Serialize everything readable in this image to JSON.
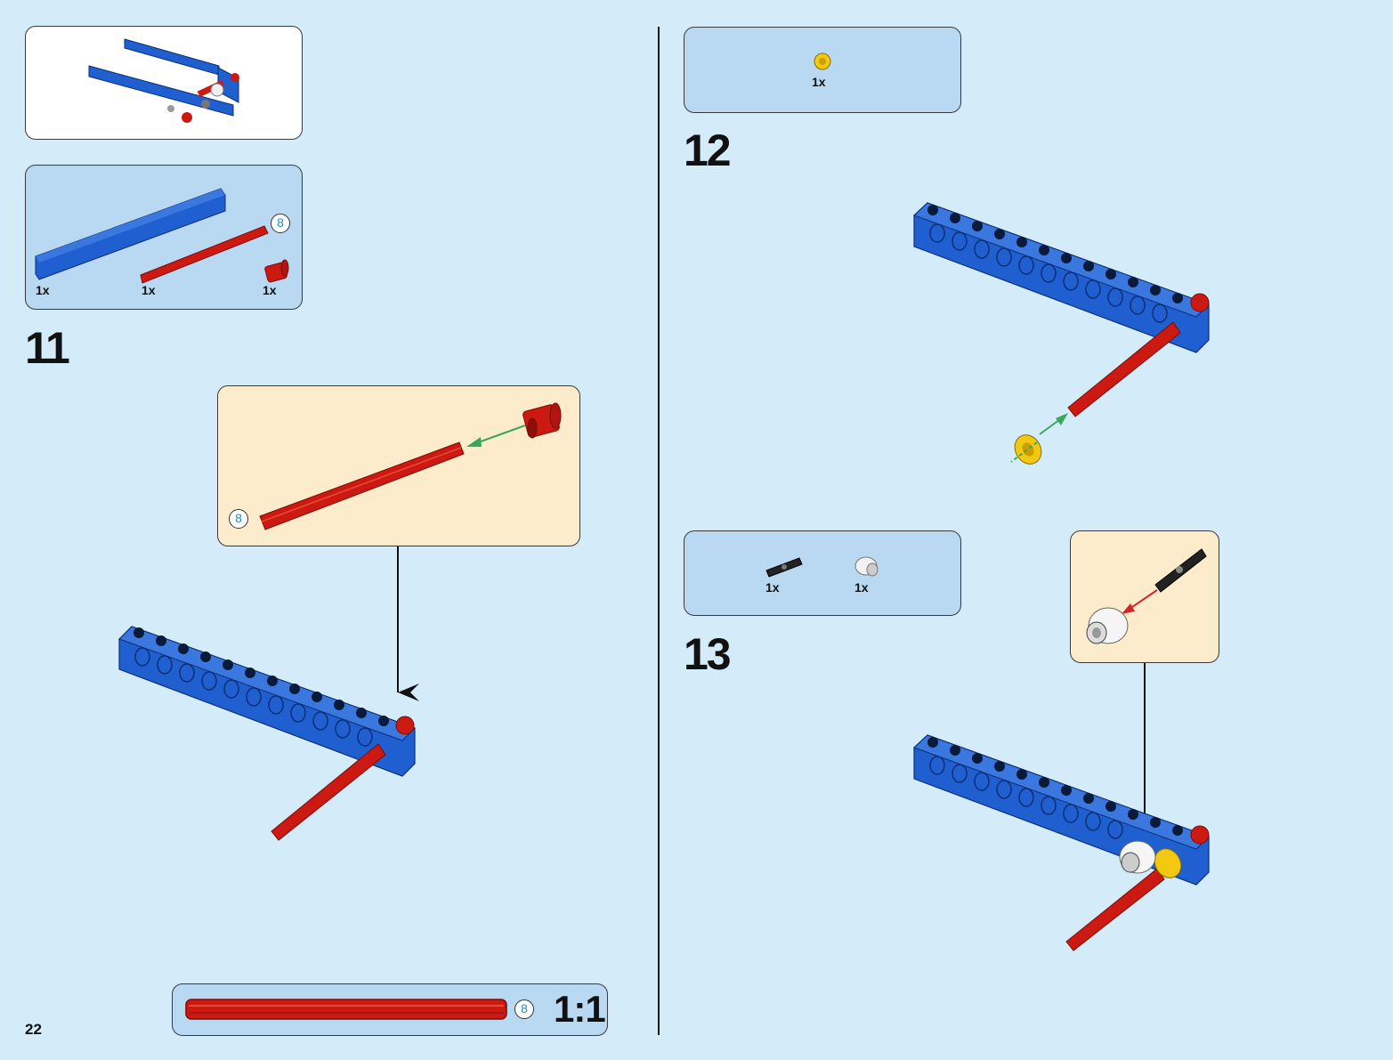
{
  "page_number": "22",
  "colors": {
    "background": "#d4ebfa",
    "parts_box": "#b9d9f2",
    "callout_box": "#fdeccb",
    "beam_blue": "#1f5fcf",
    "axle_red": "#cc1a12",
    "bush_yellow": "#f2c811",
    "arrow_green": "#3aa85a",
    "arrow_red": "#d4262b"
  },
  "step11": {
    "number": "11",
    "parts": [
      {
        "name": "beam-13",
        "qty": "1x"
      },
      {
        "name": "axle-8",
        "qty": "1x"
      },
      {
        "name": "axle-connector",
        "qty": "1x"
      }
    ],
    "axle_length": "8",
    "callout_axle_length": "8"
  },
  "step12": {
    "number": "12",
    "parts": [
      {
        "name": "bush",
        "qty": "1x"
      }
    ]
  },
  "step13": {
    "number": "13",
    "parts": [
      {
        "name": "axle-pin",
        "qty": "1x"
      },
      {
        "name": "white-bush",
        "qty": "1x"
      }
    ]
  },
  "scale_bar": {
    "length": "8",
    "label": "1:1"
  }
}
